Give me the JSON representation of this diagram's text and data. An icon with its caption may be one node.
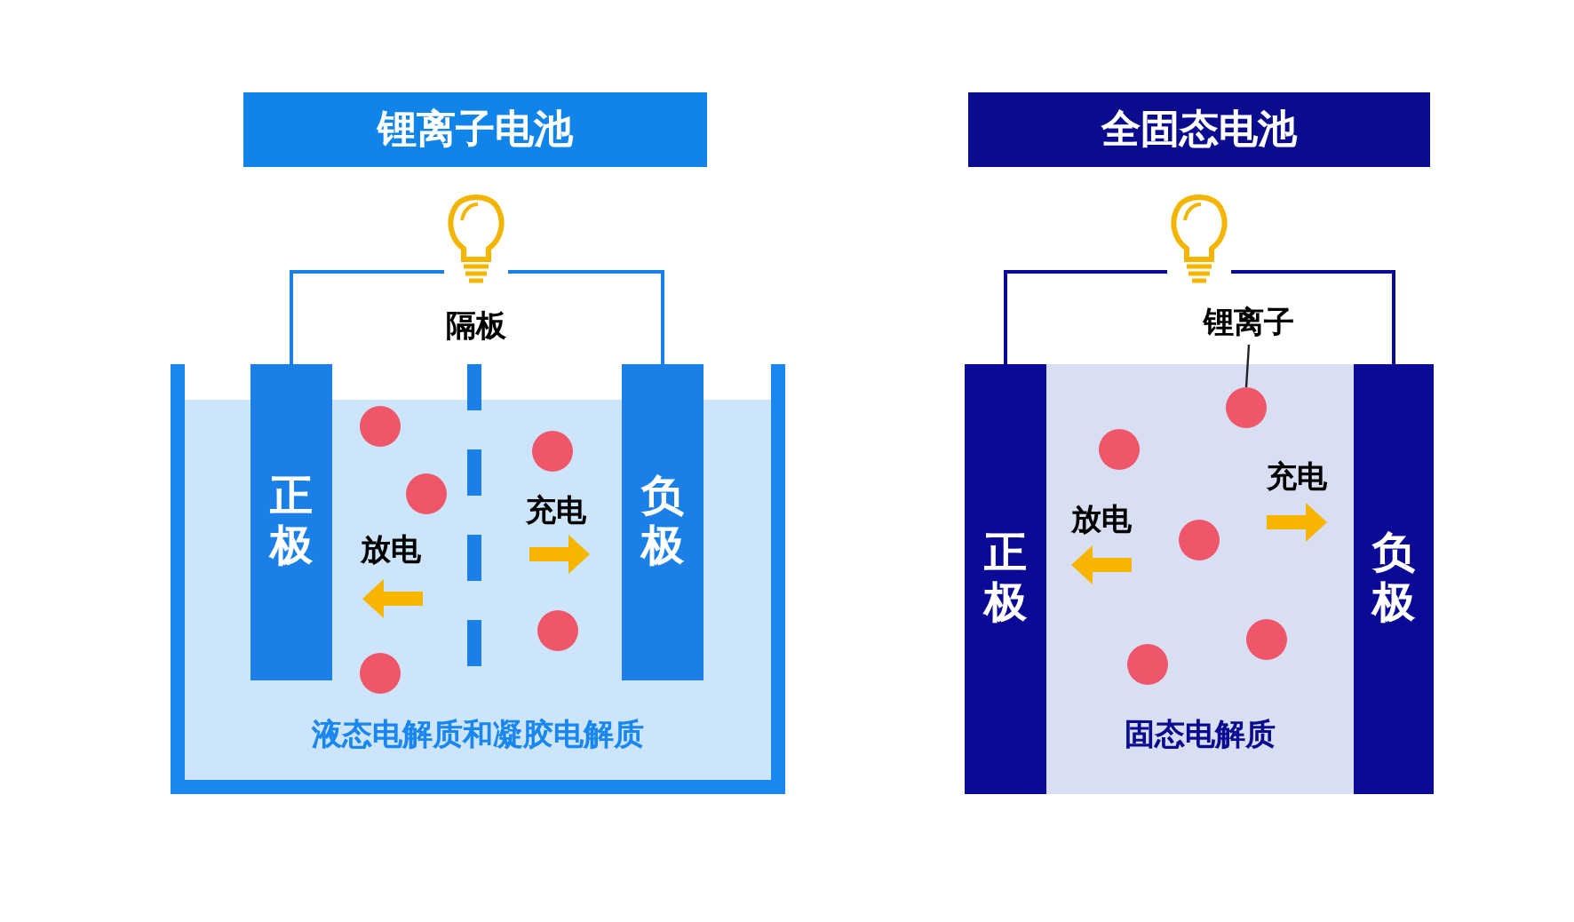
{
  "diagram": {
    "nodes": [
      {
        "text": [
          "锂离子电池"
        ]
      },
      {
        "text": [
          "液态电解质和凝胶电解质"
        ]
      },
      {
        "text": [
          "正极"
        ]
      },
      {
        "text": [
          "负极"
        ]
      },
      {
        "text": [],
        "shape": "picture"
      },
      {
        "text": [
          "全固态电池"
        ]
      },
      {
        "text": [
          "固态电解质"
        ]
      },
      {
        "text": [
          "正极"
        ]
      },
      {
        "text": [
          "负极"
        ]
      },
      {
        "text": [],
        "shape": "picture"
      },
      {
        "text": [
          "锂离子"
        ]
      },
      {
        "text": [],
        "shape": "circle",
        "in": 6
      }
    ],
    "edges": [
      {
        "from": 2,
        "to": 4,
        "arrow": "none",
        "color": "#1a80e8"
      },
      {
        "from": 4,
        "to": 3,
        "arrow": "none",
        "color": "#1a80e8"
      },
      {
        "from": 7,
        "to": 9,
        "arrow": "none",
        "color": "#0a0a96"
      },
      {
        "from": 9,
        "to": 8,
        "arrow": "none",
        "color": "#0a0a96"
      },
      {
        "from": 10,
        "to": 11,
        "arrow": "none",
        "color": "#222222"
      }
    ],
    "labels": [
      "隔板",
      "放电",
      "充电",
      "放电",
      "充电"
    ]
  }
}
